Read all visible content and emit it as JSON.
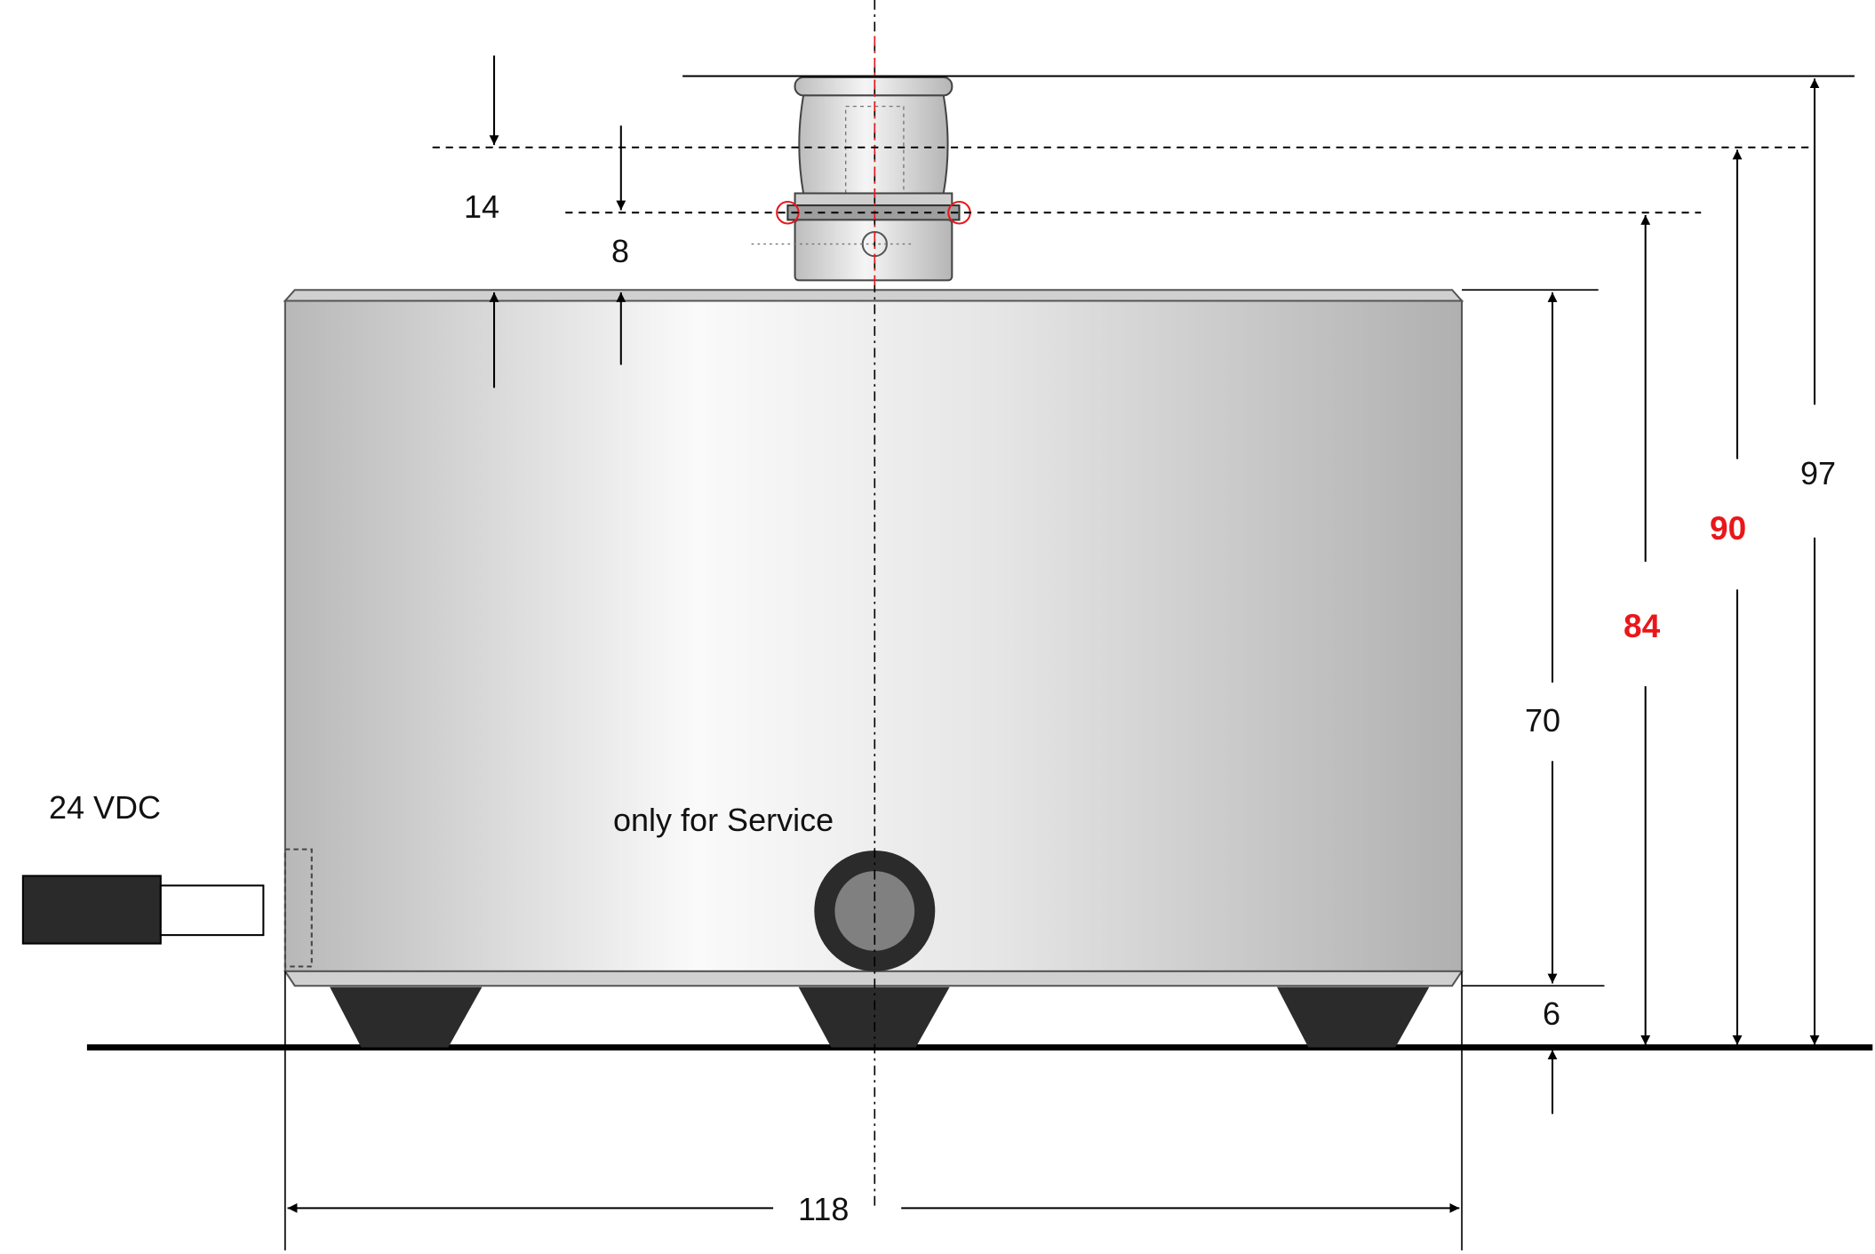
{
  "colors": {
    "line": "#000000",
    "highlight_red": "#e8171b",
    "foot_dark": "#2b2b2b",
    "plug_dark": "#2a2a2a",
    "body_grey_light": "#fafafa",
    "body_grey_dark": "#b4b4b4"
  },
  "dimensions": {
    "width": "118",
    "body_height": "70",
    "foot_height": "6",
    "top_8": "8",
    "top_14": "14",
    "height_84": "84",
    "height_90": "90",
    "height_97": "97"
  },
  "labels": {
    "power": "24 VDC",
    "service": "only for Service"
  }
}
